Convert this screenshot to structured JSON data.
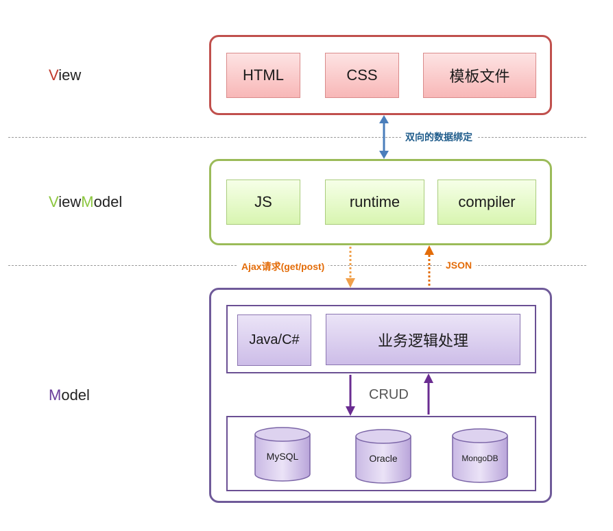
{
  "colors": {
    "view": "#c0392b",
    "viewmodel": "#8cc63f",
    "model": "#6a3d9a",
    "view_frame": "#c0504d",
    "viewmodel_frame": "#9bbb59",
    "model_frame": "#6f5a99",
    "binding_arrow": "#4a7ebb",
    "request_arrow": "#f0a04b",
    "response_arrow": "#e36c09",
    "crud_arrow": "#6a2c91",
    "binding_text": "#1f5c8b",
    "ajax_text": "#e36c09"
  },
  "layers": {
    "view": {
      "first": "V",
      "rest": "iew"
    },
    "viewmodel": {
      "first1": "V",
      "mid": "iew",
      "first2": "M",
      "rest": "odel"
    },
    "model": {
      "first": "M",
      "rest": "odel"
    }
  },
  "view": {
    "boxes": [
      "HTML",
      "CSS",
      "模板文件"
    ]
  },
  "binding": {
    "label": "双向的数据绑定"
  },
  "viewmodel": {
    "boxes": [
      "JS",
      "runtime",
      "compiler"
    ]
  },
  "requests": {
    "ajax_label": "Ajax请求(get/post)",
    "json_label": "JSON"
  },
  "model": {
    "lang": "Java/C#",
    "logic": "业务逻辑处理",
    "crud": "CRUD",
    "databases": [
      "MySQL",
      "Oracle",
      "MongoDB"
    ]
  }
}
